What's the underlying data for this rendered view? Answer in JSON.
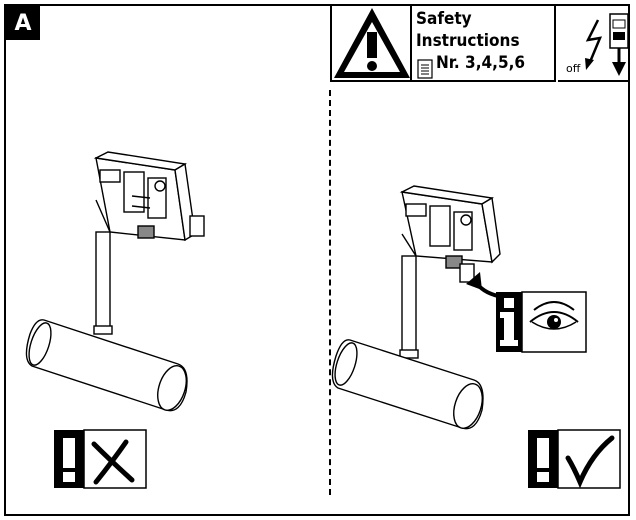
{
  "panel_label": "A",
  "safety": {
    "title_line1": "Safety",
    "title_line2": "Instructions",
    "ref": "Nr. 3,4,5,6"
  },
  "power": {
    "label": "off"
  },
  "icons": {
    "warning": "warning-triangle-icon",
    "document": "document-icon",
    "lightning": "lightning-bolt-icon",
    "switch": "circuit-breaker-icon",
    "info": "info-icon",
    "eye": "eye-icon",
    "exclamation": "exclamation-icon",
    "cross": "cross-mark-icon",
    "check": "check-mark-icon"
  }
}
